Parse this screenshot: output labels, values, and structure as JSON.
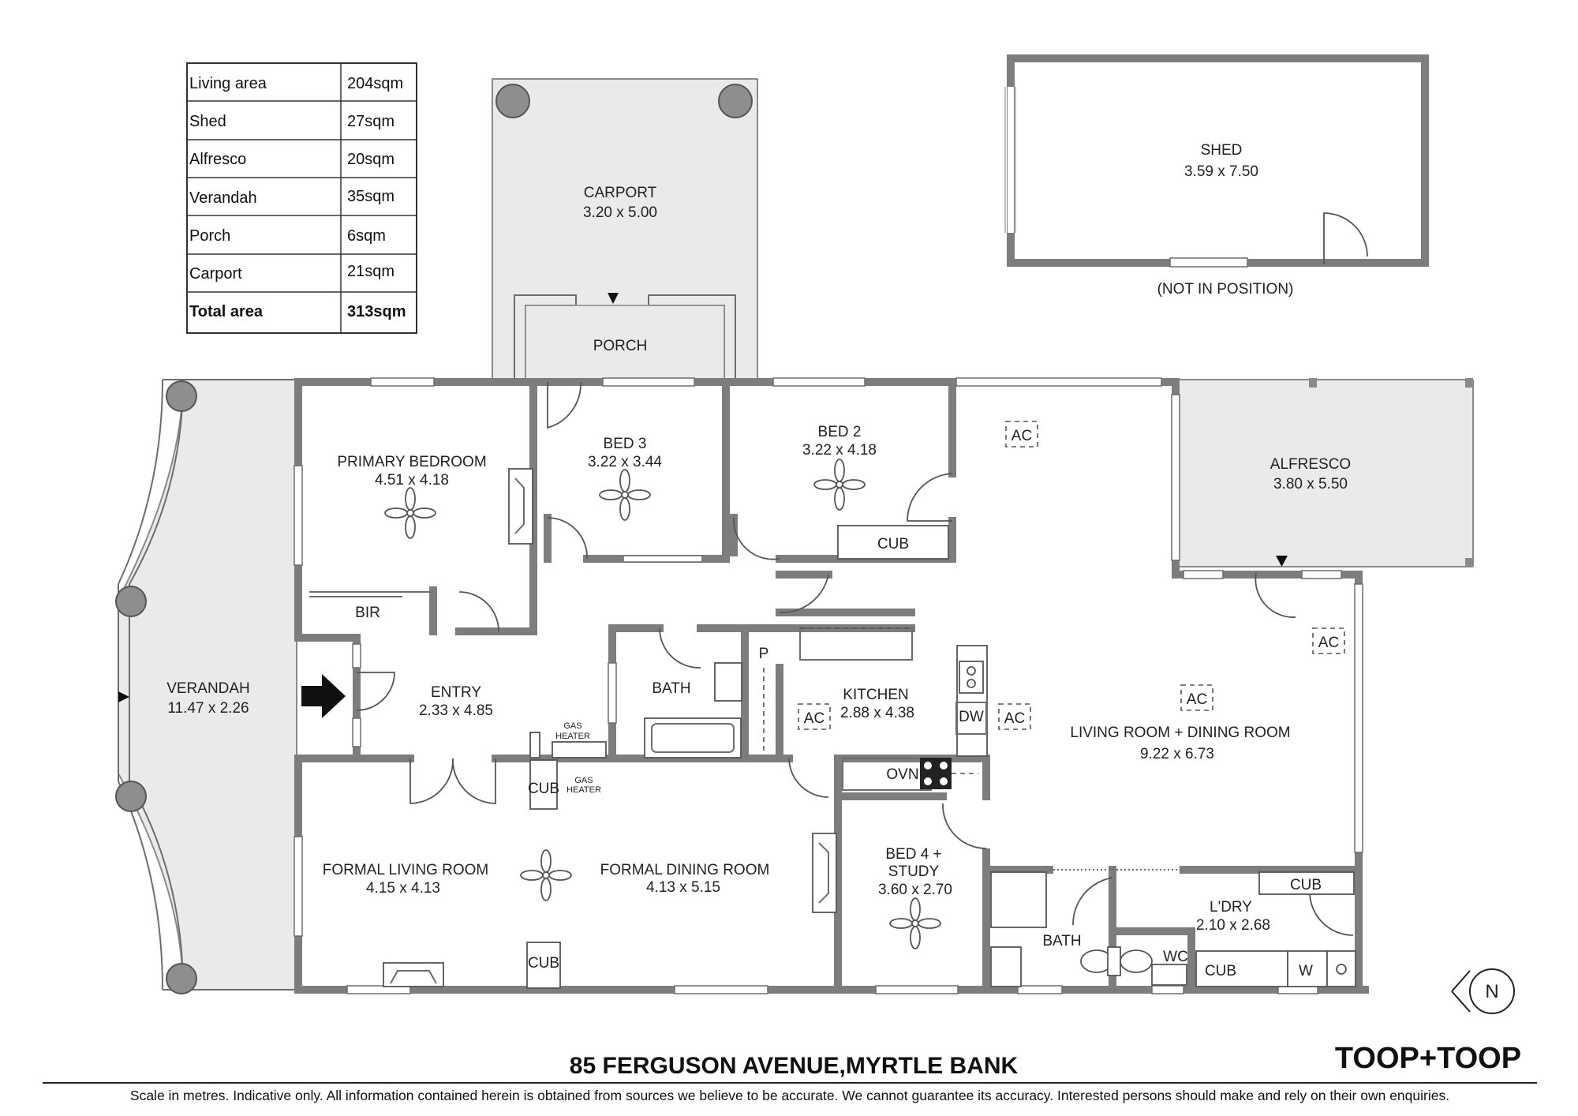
{
  "area_table": {
    "rows": [
      {
        "label": "Living area",
        "value": "204sqm"
      },
      {
        "label": "Shed",
        "value": "27sqm"
      },
      {
        "label": "Alfresco",
        "value": "20sqm"
      },
      {
        "label": "Verandah",
        "value": "35sqm"
      },
      {
        "label": "Porch",
        "value": "6sqm"
      },
      {
        "label": "Carport",
        "value": "21sqm"
      }
    ],
    "total": {
      "label": "Total area",
      "value": "313sqm"
    }
  },
  "rooms": {
    "carport": {
      "name": "CARPORT",
      "dims": "3.20 x 5.00"
    },
    "shed": {
      "name": "SHED",
      "dims": "3.59 x 7.50",
      "note": "(NOT IN POSITION)"
    },
    "porch": {
      "name": "PORCH"
    },
    "primary_bedroom": {
      "name": "PRIMARY BEDROOM",
      "dims": "4.51 x 4.18"
    },
    "bed3": {
      "name": "BED 3",
      "dims": "3.22 x 3.44"
    },
    "bed2": {
      "name": "BED 2",
      "dims": "3.22 x 4.18"
    },
    "alfresco": {
      "name": "ALFRESCO",
      "dims": "3.80 x 5.50"
    },
    "verandah": {
      "name": "VERANDAH",
      "dims": "11.47 x 2.26"
    },
    "entry": {
      "name": "ENTRY",
      "dims": "2.33 x 4.85"
    },
    "bath": {
      "name": "BATH"
    },
    "kitchen": {
      "name": "KITCHEN",
      "dims": "2.88 x 4.38"
    },
    "living_dining": {
      "name": "LIVING ROOM + DINING ROOM",
      "dims": "9.22 x 6.73"
    },
    "formal_living": {
      "name": "FORMAL LIVING ROOM",
      "dims": "4.15 x 4.13"
    },
    "formal_dining": {
      "name": "FORMAL DINING ROOM",
      "dims": "4.13 x 5.15"
    },
    "bed4": {
      "name_line1": "BED 4 +",
      "name_line2": "STUDY",
      "dims": "3.60 x 2.70"
    },
    "bath2": {
      "name": "BATH"
    },
    "laundry": {
      "name": "L'DRY",
      "dims": "2.10 x 2.68"
    },
    "wc": {
      "name": "WC"
    },
    "bir": {
      "name": "BIR"
    }
  },
  "fixtures": {
    "ac": "AC",
    "cub": "CUB",
    "pantry": "P",
    "dishwasher": "DW",
    "oven": "OVN",
    "washer": "W",
    "gas_heater_line1": "GAS",
    "gas_heater_line2": "HEATER"
  },
  "footer": {
    "address": "85 FERGUSON AVENUE,MYRTLE BANK",
    "brand": "TOOP+TOOP",
    "disclaimer": "Scale in metres. Indicative only. All information contained herein is obtained from sources we believe to be accurate. We cannot guarantee its accuracy. Interested persons should make and rely on their own enquiries."
  },
  "compass": {
    "letter": "N"
  }
}
